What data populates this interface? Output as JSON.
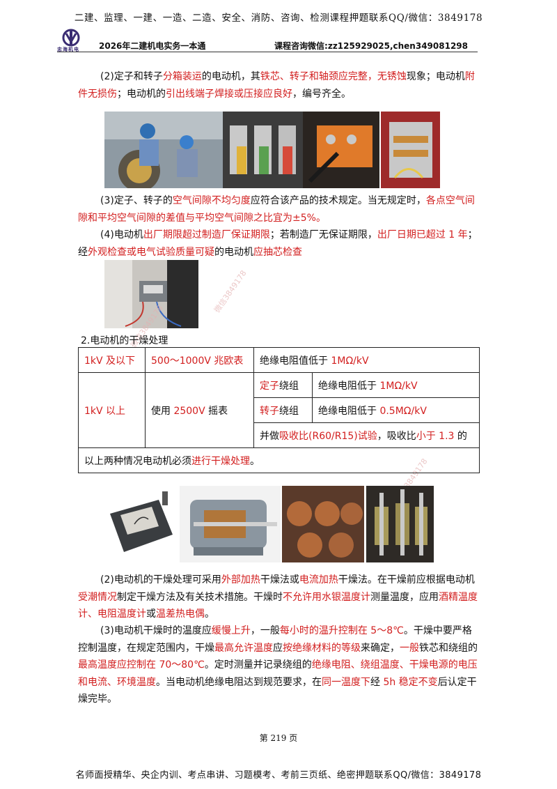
{
  "banner": {
    "top": "二建、监理、一建、一造、二造、安全、消防、咨询、检测课程押题联系QQ/微信：3849178",
    "bottom": "名师面授精华、央企内训、考点串讲、习题模考、考前三页纸、绝密押题联系QQ/微信：3849178"
  },
  "header": {
    "logo_text": "忠海机电",
    "book_title": "2026年二建机电实务一本通",
    "contact": "课程咨询微信:zz125929025,chen349081298"
  },
  "watermark": "微信3849178",
  "p1": [
    "(2)定子和转子",
    "分箱装运",
    "的电动机，其",
    "铁芯、转子和轴颈应完整，无锈蚀",
    "现象；电动机",
    "附件无损伤",
    "；电动机的",
    "引出线端子焊接或压接应良好",
    "，编号齐全。"
  ],
  "p2": [
    "(3)定子、转子的",
    "空气间隙不均匀度",
    "应符合该产品的技术规定。当无规定时，",
    "各点空气间隙和平均空气间隙的差值与平均空气间隙之比宜为±5%。"
  ],
  "p3": [
    "(4)电动机",
    "出厂期限超过制造厂保证期限",
    "；若制造厂无保证期限，",
    "出厂日期已超过 1 年",
    "；经",
    "外观检查或电气试验质量可疑",
    "的电动机",
    "应抽芯检查"
  ],
  "section_title": "2.电动机的干燥处理",
  "table": {
    "r1": [
      "1kV 及以下",
      "500～1000V 兆欧表",
      "绝缘电阻值低于 ",
      "1MΩ/kV"
    ],
    "r2": [
      "1kV 以上",
      "使用 ",
      "2500V",
      " 摇表",
      "定子",
      "绕组",
      "绝缘电阻低于 ",
      "1MΩ/kV"
    ],
    "r3": [
      "转子",
      "绕组",
      "绝缘电阻低于 ",
      "0.5MΩ/kV"
    ],
    "r4": [
      "并做",
      "吸收比(R60/R15)试验",
      "，吸收比",
      "小于 1.3",
      " 的"
    ],
    "r5": [
      "以上两种情况电动机必须",
      "进行干燥处理",
      "。"
    ]
  },
  "p4": [
    "(2)电动机的干燥处理可采用",
    "外部加热",
    "干燥法或",
    "电流加热",
    "干燥法。在干燥前应根据电动机",
    "受潮情况",
    "制定干燥方法及有关技术措施。干燥时",
    "不允许用水银温度计",
    "测量温度，应用",
    "酒精温度计、电阻温度计",
    "或",
    "温差热电偶",
    "。"
  ],
  "p5": [
    "(3)电动机干燥时的温度应",
    "缓慢上升",
    "，一般",
    "每小时的温升控制在 5～8℃",
    "。干燥中要严格控制温度，在规定范围内，干燥",
    "最高允许温度",
    "应",
    "按绝缘材料的等级",
    "来确定，",
    "一般",
    "铁芯和绕组的",
    "最高温度应控制在 70～80℃",
    "。定时测量并记录绕组的",
    "绝缘电阻、绕组温度、干燥电源的电压和电流、环境温度",
    "。当电动机绝缘电阻达到规范要求，在",
    "同一温度下",
    "经 ",
    "5h 稳定不变",
    "后认定干燥完毕。"
  ],
  "page_number": "第 219 页"
}
